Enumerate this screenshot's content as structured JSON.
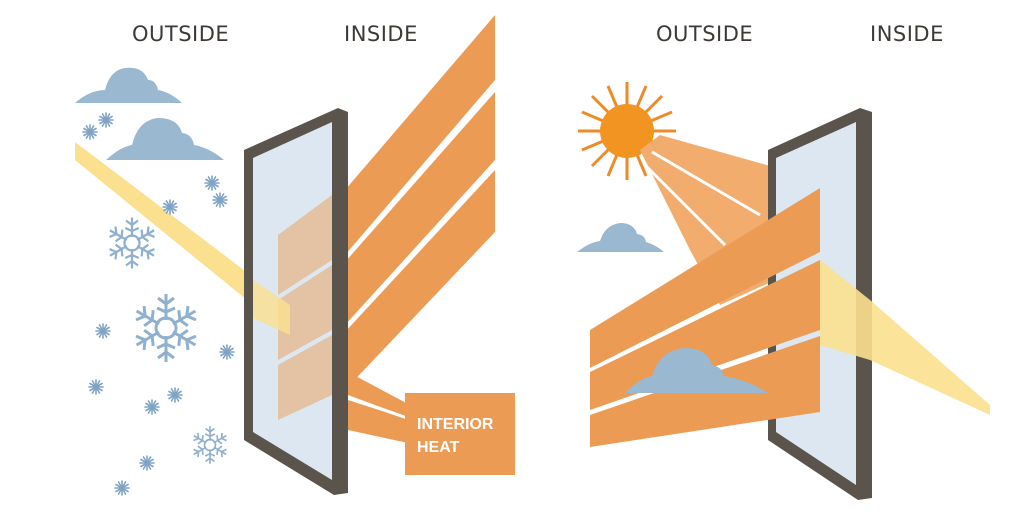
{
  "left_panel": {
    "label_outside": "OUTSIDE",
    "label_inside": "INSIDE",
    "scene": "winter",
    "box_label_line1": "INTERIOR",
    "box_label_line2": "HEAT"
  },
  "right_panel": {
    "label_outside": "OUTSIDE",
    "label_inside": "INSIDE",
    "scene": "summer"
  },
  "colors": {
    "heat_orange": "#ec9b55",
    "light_orange": "#f2ad6e",
    "sunlight_yellow": "#fbe08f",
    "cloud_blue": "#9ab8d0",
    "glass_blue": "#dce7f1",
    "frame_brown": "#5b544c",
    "text_dark": "#3d3a36"
  },
  "icons": [
    "cloud-icon",
    "snowflake-icon",
    "sun-icon",
    "window-icon"
  ]
}
